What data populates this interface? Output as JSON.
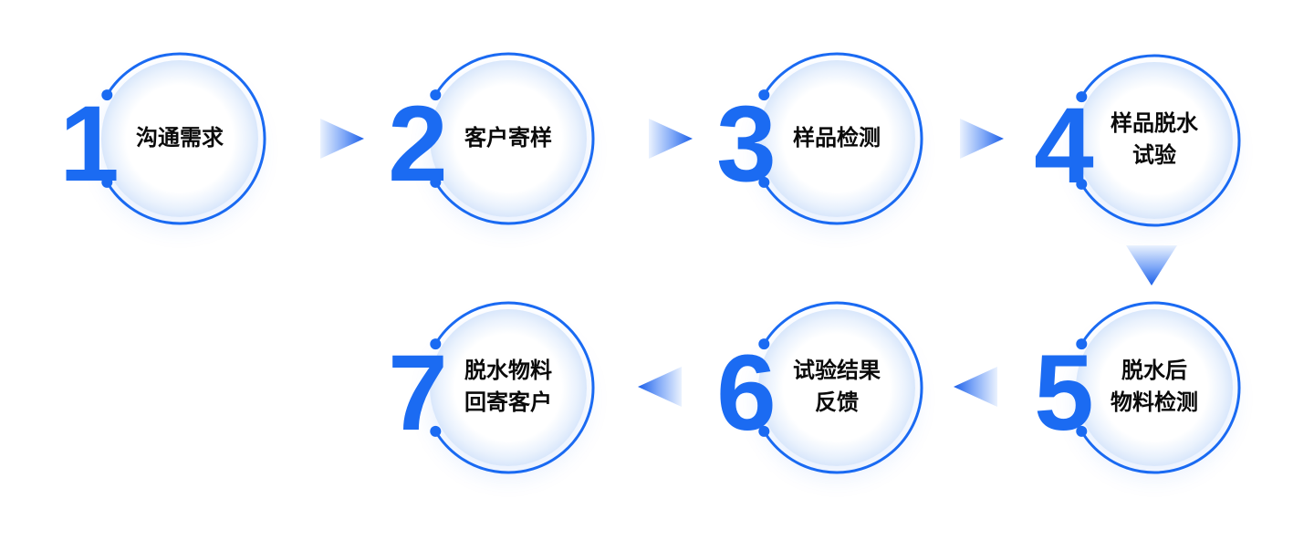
{
  "diagram": {
    "background": "#ffffff",
    "colors": {
      "accent_blue": "#1b6bf2",
      "arrow_tip_blue": "#1b5fe9",
      "arrow_mid_blue": "#7ea7f7",
      "arrow_base_blue": "#eaf2fe",
      "disc_rim_blue": "#d9e7fb",
      "label_black": "#0a0a0a"
    },
    "steps": [
      {
        "number": "1",
        "label": "沟通需求"
      },
      {
        "number": "2",
        "label": "客户寄样"
      },
      {
        "number": "3",
        "label": "样品检测"
      },
      {
        "number": "4",
        "label": "样品脱水\n试验"
      },
      {
        "number": "5",
        "label": "脱水后\n物料检测"
      },
      {
        "number": "6",
        "label": "试验结果\n反馈"
      },
      {
        "number": "7",
        "label": "脱水物料\n回寄客户"
      }
    ],
    "arrows": [
      {
        "icon": "arrow-right-icon",
        "direction": "right",
        "from": "1",
        "to": "2"
      },
      {
        "icon": "arrow-right-icon",
        "direction": "right",
        "from": "2",
        "to": "3"
      },
      {
        "icon": "arrow-right-icon",
        "direction": "right",
        "from": "3",
        "to": "4"
      },
      {
        "icon": "arrow-down-icon",
        "direction": "down",
        "from": "4",
        "to": "5"
      },
      {
        "icon": "arrow-left-icon",
        "direction": "left",
        "from": "5",
        "to": "6"
      },
      {
        "icon": "arrow-left-icon",
        "direction": "left",
        "from": "6",
        "to": "7"
      }
    ]
  }
}
